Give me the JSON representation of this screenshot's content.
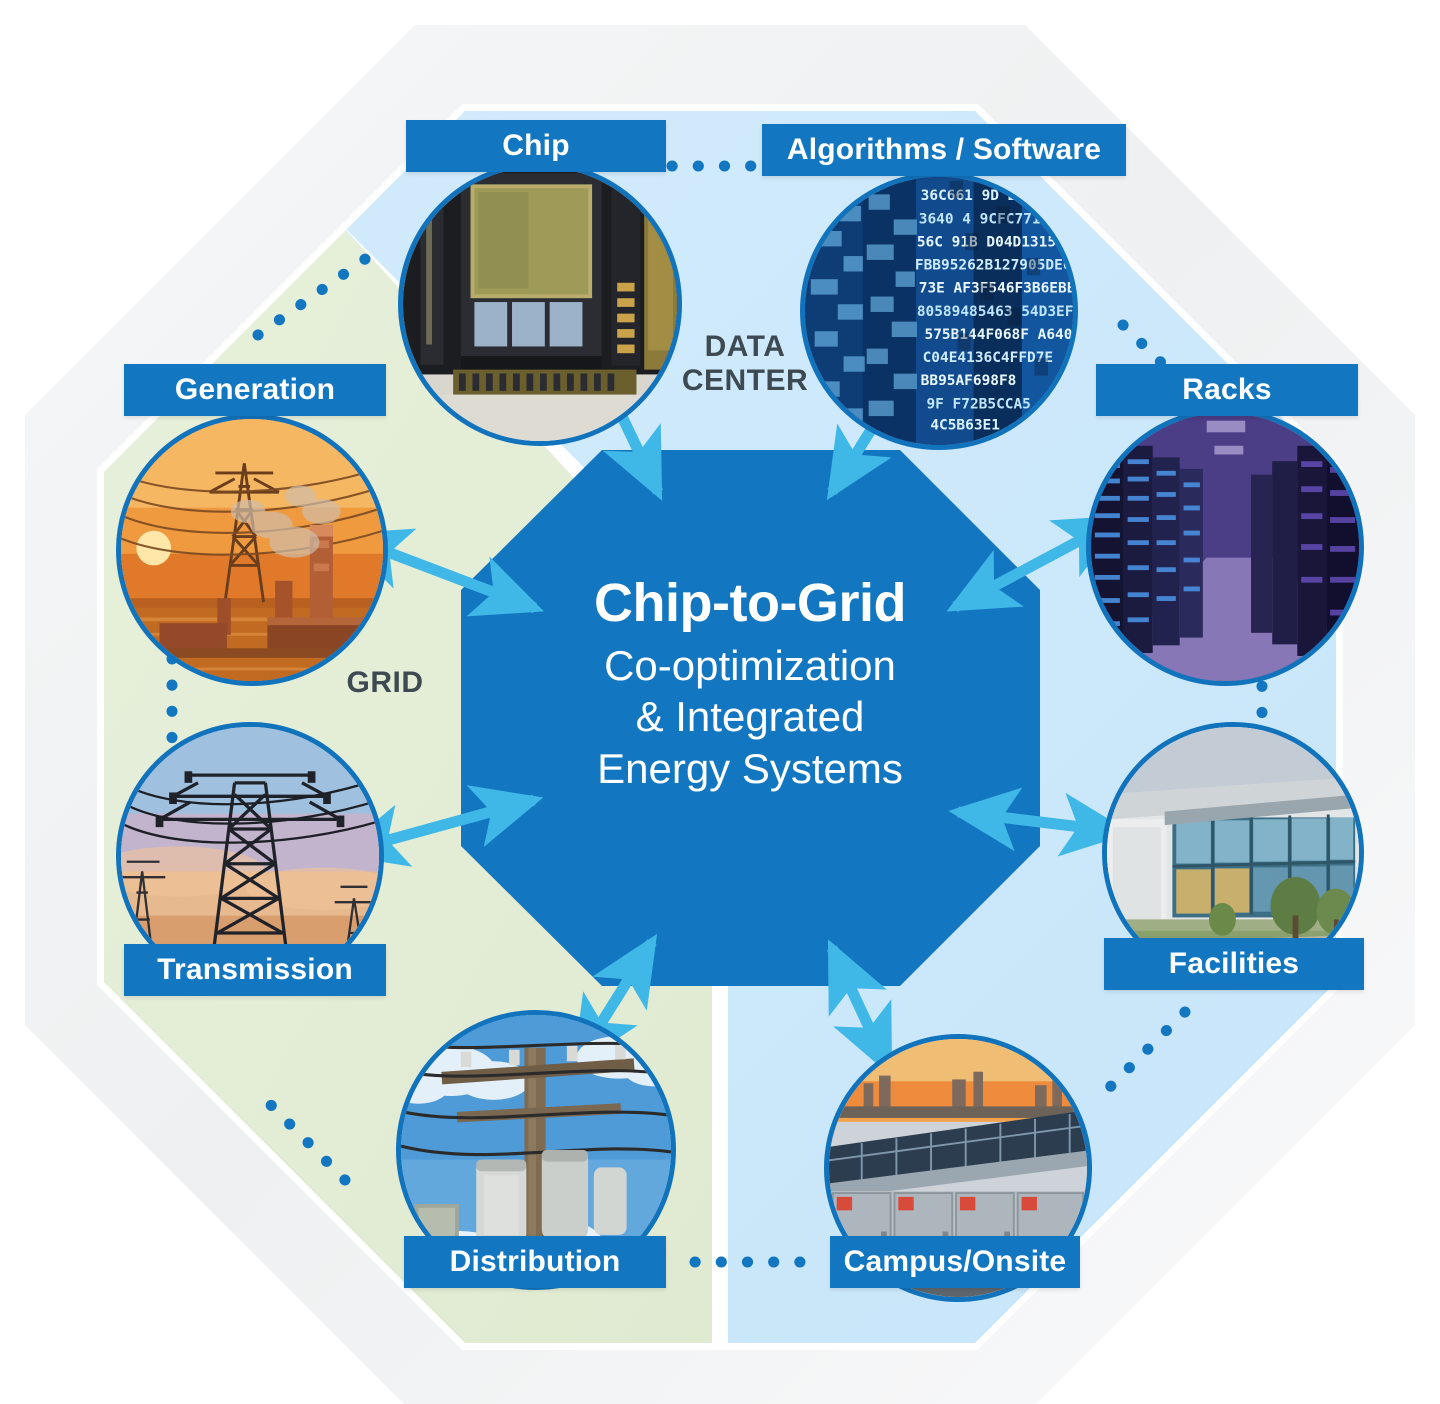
{
  "diagram": {
    "title": "Chip-to-Grid Co-optimization & Integrated Energy Systems",
    "center": {
      "title": "Chip-to-Grid",
      "subtitle_line1": "Co-optimization",
      "subtitle_line2": "& Integrated",
      "subtitle_line3": "Energy Systems"
    },
    "regions": [
      {
        "id": "data-center",
        "label_line1": "DATA",
        "label_line2": "CENTER",
        "color": "#cfeafb"
      },
      {
        "id": "grid",
        "label_line1": "GRID",
        "label_line2": "",
        "color": "#e4eed5"
      }
    ],
    "nodes": [
      {
        "id": "chip",
        "label": "Chip",
        "group": "data-center",
        "image": "gpu-chip-photo"
      },
      {
        "id": "algorithms",
        "label": "Algorithms / Software",
        "group": "data-center",
        "image": "binary-code-photo"
      },
      {
        "id": "racks",
        "label": "Racks",
        "group": "data-center",
        "image": "server-racks-photo"
      },
      {
        "id": "facilities",
        "label": "Facilities",
        "group": "data-center",
        "image": "office-building-photo"
      },
      {
        "id": "campus",
        "label": "Campus/Onsite",
        "group": "data-center",
        "image": "solar-battery-photo"
      },
      {
        "id": "distribution",
        "label": "Distribution",
        "group": "grid",
        "image": "utility-pole-photo"
      },
      {
        "id": "transmission",
        "label": "Transmission",
        "group": "grid",
        "image": "transmission-towers-photo"
      },
      {
        "id": "generation",
        "label": "Generation",
        "group": "grid",
        "image": "power-plant-photo"
      }
    ],
    "colors": {
      "accent_blue": "#1277C0",
      "circle_border": "#1273BD",
      "arrow": "#3FB8E8",
      "dot_connector": "#1277C0",
      "center_fill": "#1277C0",
      "region_data_center": "#cfeafb",
      "region_grid": "#e4eed5",
      "outer_octagon": "#f1f2f3",
      "label_text": "#ffffff",
      "region_label_text": "#3e4a52"
    },
    "connectors": {
      "arrow_style": "double-headed",
      "arrow_count": 8,
      "dotted_ring": true
    }
  }
}
